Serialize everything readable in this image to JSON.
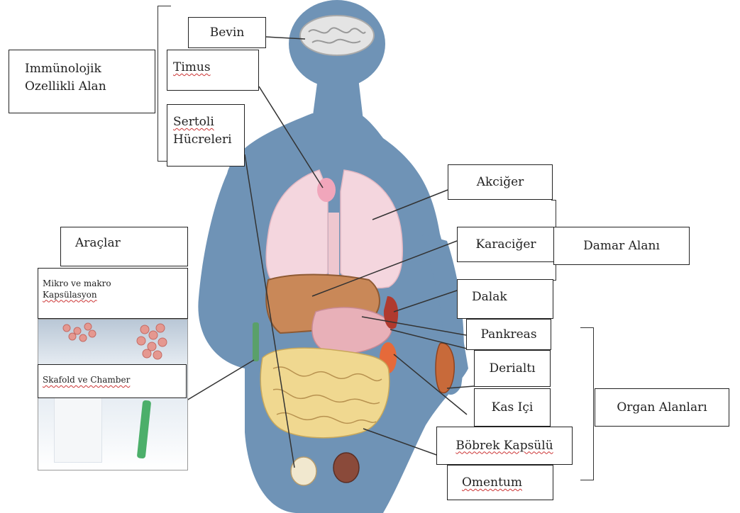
{
  "labels": {
    "bevin": "Bevin",
    "timus": "Timus",
    "sertoli_line1": "Sertoli",
    "sertoli_line2": "Hücreleri",
    "immuno_line1": "Immünolojik",
    "immuno_line2": "Ozellikli Alan",
    "akciger": "Akciğer",
    "karaciger": "Karaciğer",
    "damar_alani": "Damar Alanı",
    "dalak": "Dalak",
    "pankreas": "Pankreas",
    "derialti": "Derialtı",
    "kas_ici": "Kas Içi",
    "organ_alanlari": "Organ Alanları",
    "bobrek_kapsulu": "Böbrek  Kapsülü",
    "omentum": "Omentum",
    "araclar": "Araçlar",
    "mikro_line1": "Mikro ve makro",
    "mikro_line2": "Kapsülasyon",
    "skafold": "Skafold ve Chamber"
  },
  "colors": {
    "body": "#6f93b6",
    "lung": "#f4d6de",
    "liver": "#c98858",
    "intestine": "#f0d890",
    "stomach": "#e8b0b8",
    "thymus": "#f1a6bb",
    "spleen": "#b03a2e",
    "kidney": "#e56a3a",
    "scaffold": "#4caf6a"
  }
}
